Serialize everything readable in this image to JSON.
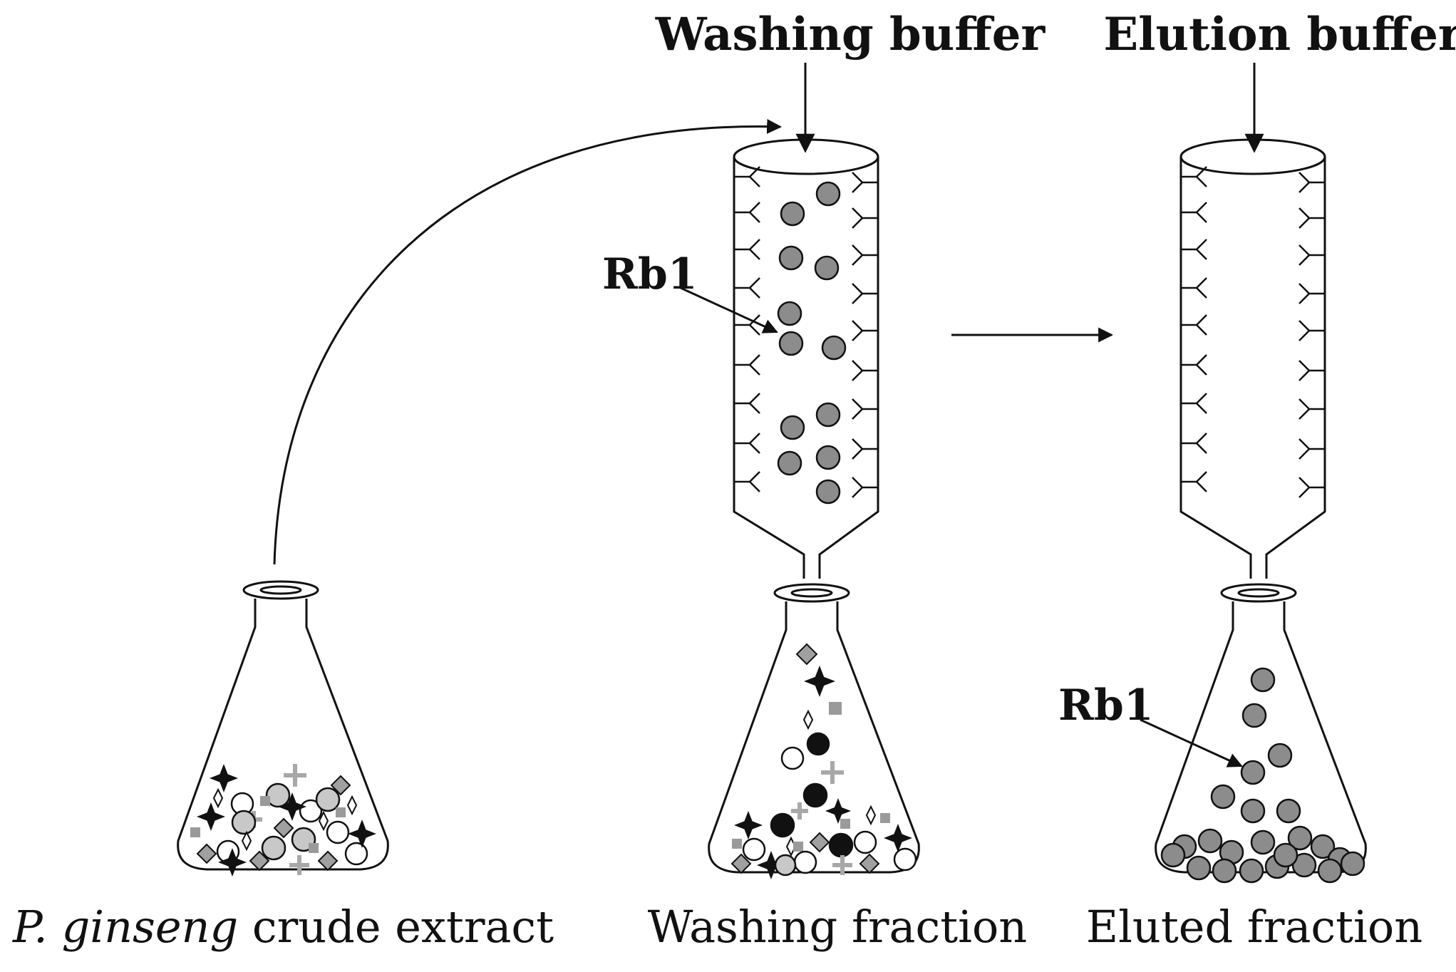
{
  "labels": {
    "washing_buffer": "Washing buffer",
    "elution_buffer": "Elution buffer",
    "rb1_column": "Rb1",
    "rb1_flask": "Rb1"
  },
  "captions": {
    "crude_species": "P. ginseng",
    "crude_rest": " crude extract",
    "washing_fraction": "Washing fraction",
    "eluted_fraction": "Eluted fraction"
  },
  "colors": {
    "ink": "#111111",
    "rb1_fill": "#8c8c8c",
    "light_fill": "#c8c8c8",
    "square_fill": "#9a9a9a",
    "plus_stroke": "#a8a8a8"
  },
  "icons": {
    "rb1_molecule": "gray-circle",
    "impurity_dark_star": "black-four-point-star",
    "impurity_white": "white-circle",
    "impurity_black": "black-circle",
    "impurity_diamond": "gray-diamond",
    "impurity_small_diamond": "white-small-diamond",
    "impurity_square": "gray-square",
    "impurity_plus": "gray-plus",
    "antibody": "y-shape"
  }
}
